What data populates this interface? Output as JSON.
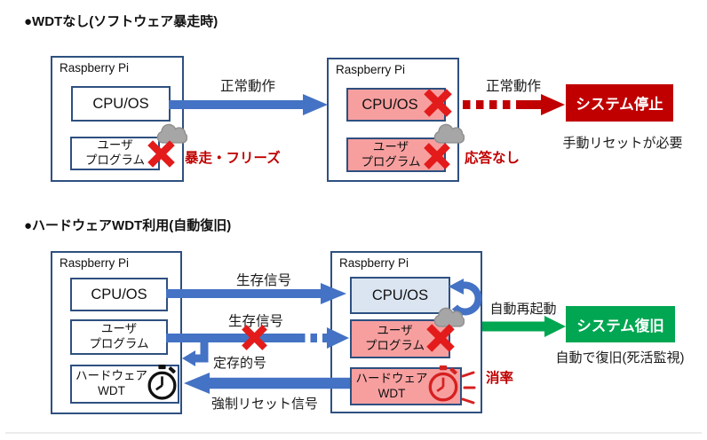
{
  "section1": {
    "title": "●WDTなし(ソフトウェア暴走時)",
    "left_pi": {
      "label": "Raspberry Pi",
      "cpu": "CPU/OS",
      "prog1": "ユーザ",
      "prog2": "プログラム"
    },
    "right_pi": {
      "label": "Raspberry Pi",
      "cpu": "CPU/OS",
      "prog1": "ユーザ",
      "prog2": "プログラム"
    },
    "normal_arrow_label": "正常動作",
    "crash_label": "暴走・フリーズ",
    "broken_arrow_label": "正常動作",
    "no_response_label": "応答なし",
    "stop_box_label": "システム停止",
    "note": "手動リセットが必要"
  },
  "section2": {
    "title": "●ハードウェアWDT利用(自動復旧)",
    "left_pi": {
      "label": "Raspberry Pi",
      "cpu": "CPU/OS",
      "prog1": "ユーザ",
      "prog2": "プログラム",
      "wdt1": "ハードウェア",
      "wdt2": "WDT"
    },
    "right_pi": {
      "label": "Raspberry Pi",
      "cpu": "CPU/OS",
      "prog1": "ユーザ",
      "prog2": "プログラム",
      "wdt1": "ハードウェア",
      "wdt2": "WDT"
    },
    "alive_cpu_label": "生存信号",
    "alive_prog_label": "生存信号",
    "periodic_label": "定存的号",
    "reset_label": "強制リセット信号",
    "timeout_label": "消率",
    "restart_label": "自動再起動",
    "recover_box_label": "システム復旧",
    "note": "自動で復旧(死活監視)"
  },
  "colors": {
    "box_border": "#2e5080",
    "arrow_blue": "#4472c4",
    "alert_red": "#c00000",
    "x_red": "#e31b1b",
    "pink_fill": "#f79f9f",
    "light_blue_fill": "#dbe5f1",
    "green": "#00a651",
    "cloud_gray": "#a6a6a6"
  }
}
